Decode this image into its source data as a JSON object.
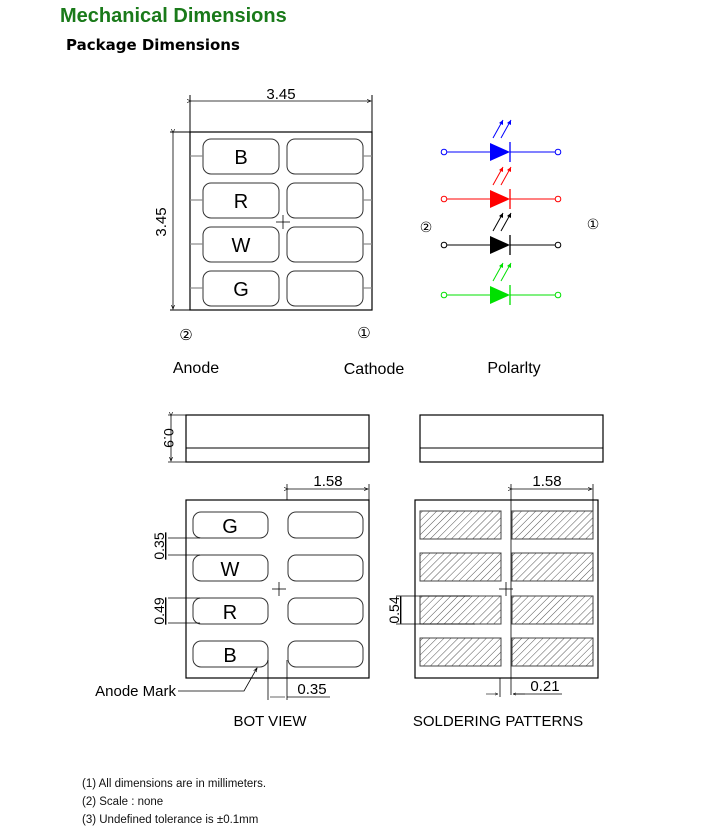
{
  "header": {
    "title": "Mechanical Dimensions",
    "subtitle": "Package Dimensions"
  },
  "colors": {
    "title": "#1a7a1a",
    "blue": "#0000ff",
    "red": "#ff0000",
    "black": "#000000",
    "green": "#00e000"
  },
  "top_view": {
    "width_dim": "3.45",
    "height_dim": "3.45",
    "pad_labels": [
      "B",
      "R",
      "W",
      "G"
    ],
    "anode_marker": "②",
    "cathode_marker": "①",
    "anode_label": "Anode",
    "cathode_label": "Cathode"
  },
  "polarity": {
    "label": "Polarlty",
    "left_marker": "②",
    "right_marker": "①",
    "diodes": [
      {
        "name": "blue",
        "color": "#0000ff"
      },
      {
        "name": "red",
        "color": "#ff0000"
      },
      {
        "name": "black",
        "color": "#000000"
      },
      {
        "name": "green",
        "color": "#00e000"
      }
    ]
  },
  "side_view": {
    "height_dim": "0.9"
  },
  "bot_view": {
    "title": "BOT VIEW",
    "width_dim": "1.58",
    "gap_dim": "0.35",
    "pad_gap_dim": "0.35",
    "pad_height_dim": "0.49",
    "pad_labels": [
      "G",
      "W",
      "R",
      "B"
    ],
    "anode_mark_label": "Anode Mark"
  },
  "soldering": {
    "title": "SOLDERING PATTERNS",
    "width_dim": "1.58",
    "gap_dim": "0.21",
    "pad_height_dim": "0.54"
  },
  "notes": [
    "(1) All dimensions are in millimeters.",
    "(2) Scale :  none",
    "(3) Undefined tolerance is ±0.1mm"
  ]
}
